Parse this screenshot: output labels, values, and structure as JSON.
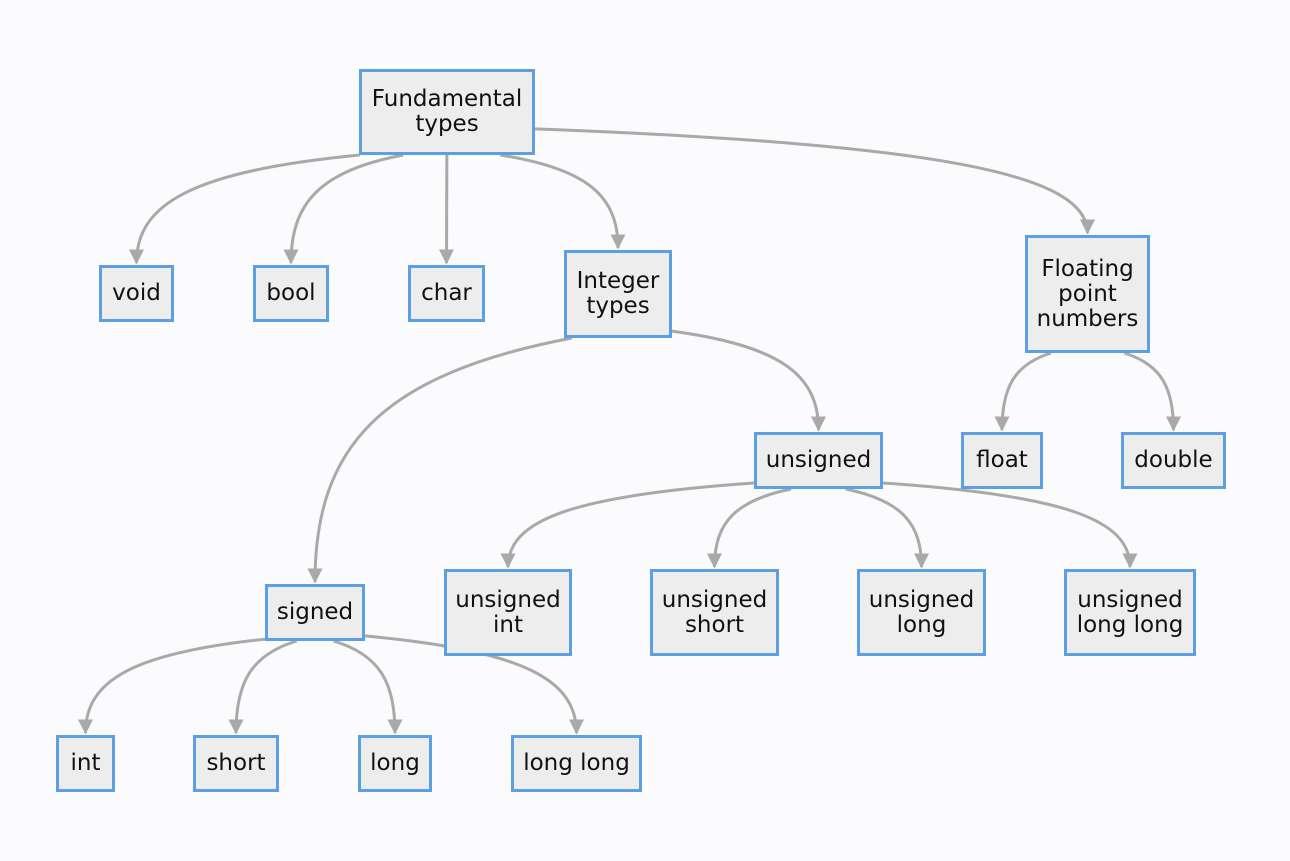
{
  "colors": {
    "node_fill": "#ededed",
    "node_border": "#5d9fe3",
    "edge": "#a9a9a9",
    "background": "#fbfbfd"
  },
  "nodes": {
    "fundamental": "Fundamental\ntypes",
    "void": "void",
    "bool": "bool",
    "char": "char",
    "integer": "Integer\ntypes",
    "floating": "Floating\npoint\nnumbers",
    "unsigned": "unsigned",
    "float": "float",
    "double": "double",
    "signed": "signed",
    "unsigned_int": "unsigned\nint",
    "unsigned_short": "unsigned\nshort",
    "unsigned_long": "unsigned\nlong",
    "unsigned_long_long": "unsigned\nlong long",
    "int": "int",
    "short": "short",
    "long": "long",
    "long_long": "long long"
  },
  "edges": [
    [
      "fundamental",
      "void"
    ],
    [
      "fundamental",
      "bool"
    ],
    [
      "fundamental",
      "char"
    ],
    [
      "fundamental",
      "integer"
    ],
    [
      "fundamental",
      "floating"
    ],
    [
      "integer",
      "signed"
    ],
    [
      "integer",
      "unsigned"
    ],
    [
      "floating",
      "float"
    ],
    [
      "floating",
      "double"
    ],
    [
      "unsigned",
      "unsigned_int"
    ],
    [
      "unsigned",
      "unsigned_short"
    ],
    [
      "unsigned",
      "unsigned_long"
    ],
    [
      "unsigned",
      "unsigned_long_long"
    ],
    [
      "signed",
      "int"
    ],
    [
      "signed",
      "short"
    ],
    [
      "signed",
      "long"
    ],
    [
      "signed",
      "long_long"
    ]
  ]
}
